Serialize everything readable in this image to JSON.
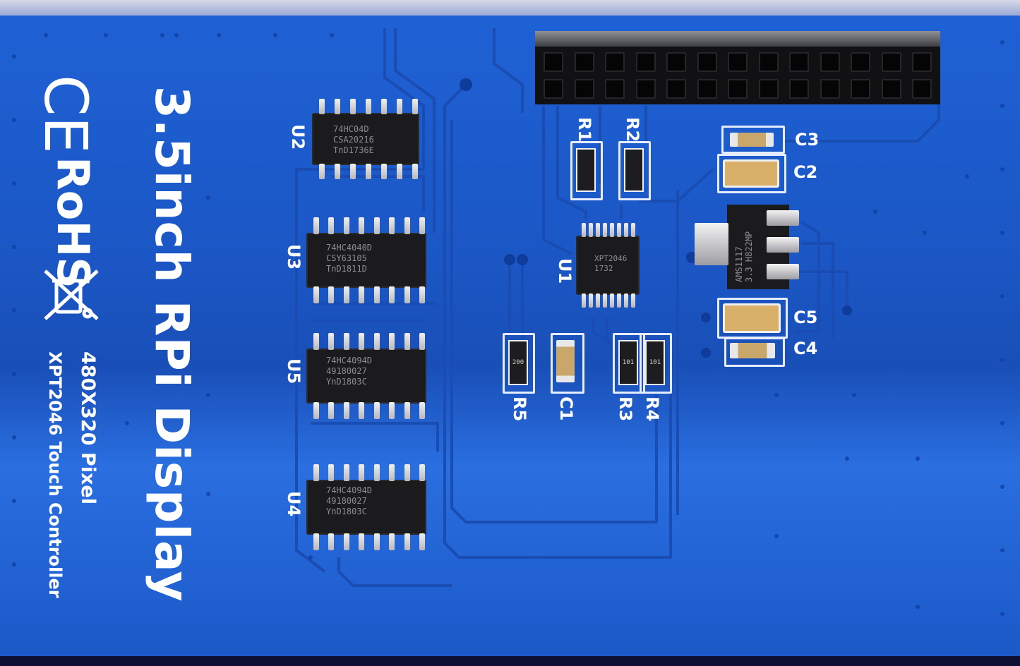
{
  "board": {
    "title": "3.5inch RPi Display",
    "resolution": "480X320 Pixel",
    "touch_controller": "XPT2046 Touch Controller",
    "ce_mark": "CE",
    "rohs_mark": "RoHS"
  },
  "chips": {
    "u2": {
      "ref": "U2",
      "marking": "74HC04D\nCSA20216\nTnD1736E"
    },
    "u3": {
      "ref": "U3",
      "marking": "74HC4040D\nCSY63105\nTnD1811D"
    },
    "u5": {
      "ref": "U5",
      "marking": "74HC4094D\n49180027\nYnD1803C"
    },
    "u4": {
      "ref": "U4",
      "marking": "74HC4094D\n49180027\nYnD1803C"
    },
    "u1": {
      "ref": "U1",
      "marking": "XPT2046\n1732"
    },
    "regulator": {
      "marking": "AMS1117\n3.3 H822MP"
    }
  },
  "components": {
    "r1": "R1",
    "r2": "R2",
    "r3": "R3",
    "r4": "R4",
    "r5": "R5",
    "c1": "C1",
    "c2": "C2",
    "c3": "C3",
    "c4": "C4",
    "c5": "C5",
    "r_value_101": "101",
    "r_value_200": "200"
  },
  "colors": {
    "pcb_blue": "#1f62d6",
    "silkscreen": "#ffffff",
    "chip_black": "#1b1b1d"
  },
  "icons": {
    "weee": "crossed-bin-icon",
    "ce": "ce-mark-icon"
  }
}
